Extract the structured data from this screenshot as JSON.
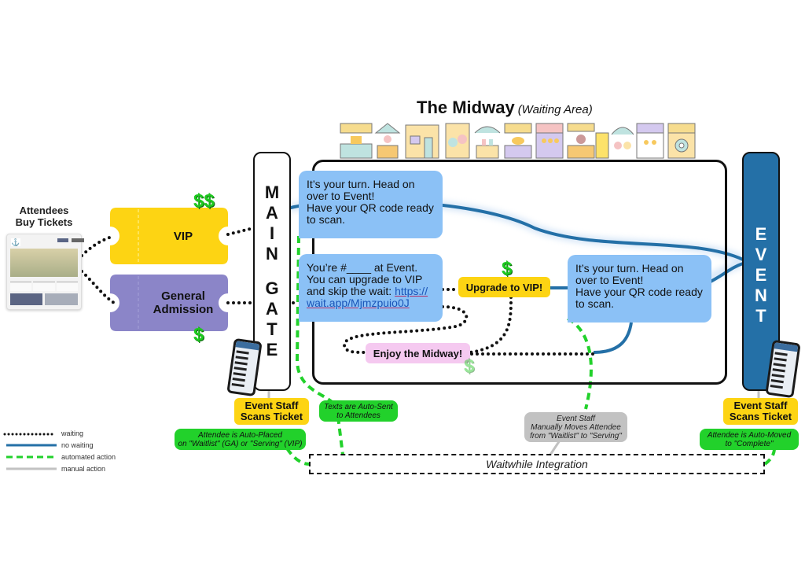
{
  "title": {
    "main": "The Midway",
    "sub": "(Waiting Area)"
  },
  "buy": {
    "label_line1": "Attendees",
    "label_line2": "Buy Tickets",
    "site_logo_icon": "anchor-logo-icon"
  },
  "tickets": {
    "vip": {
      "label": "VIP",
      "color": "#fdd413",
      "price": "$$"
    },
    "ga": {
      "label_line1": "General",
      "label_line2": "Admission",
      "color": "#8b85c8",
      "price": "$"
    }
  },
  "gate": {
    "letters": [
      "M",
      "A",
      "I",
      "N",
      "",
      "G",
      "A",
      "T",
      "E"
    ]
  },
  "event": {
    "letters": [
      "E",
      "V",
      "E",
      "N",
      "T"
    ],
    "color": "#2470a7"
  },
  "bubbles": {
    "vip_turn": {
      "line1": "It’s your turn.  Head on",
      "line2": "over to Event!",
      "line3": "Have your QR code ready",
      "line4": "to scan."
    },
    "ga_wait": {
      "line1": "You’re #____ at Event.",
      "line2": "You can upgrade to VIP",
      "line3": "and skip the wait: ",
      "link_part1": "https://",
      "link_part2": "wait.app/Mjmzpuio0J"
    },
    "ga_turn": {
      "line1": "It’s your turn.  Head on",
      "line2": "over to Event!",
      "line3": "Have your QR code ready",
      "line4": "to scan."
    }
  },
  "actions": {
    "upgrade": {
      "label": "Upgrade to VIP!",
      "price": "$"
    },
    "enjoy": {
      "label": "Enjoy the Midway!",
      "price": "$"
    }
  },
  "staff": {
    "gate": {
      "line1": "Event Staff",
      "line2": "Scans Ticket"
    },
    "event": {
      "line1": "Event Staff",
      "line2": "Scans Ticket"
    }
  },
  "notes": {
    "auto_placed": {
      "line1": "Attendee is Auto-Placed",
      "line2": "on \"Waitlist\" (GA) or \"Serving\" (VIP)"
    },
    "auto_sent": {
      "line1": "Texts are Auto-Sent",
      "line2": "to Attendees"
    },
    "manual_move": {
      "line1": "Event Staff",
      "line2": "Manually Moves Attendee",
      "line3": "from \"Waitlist\" to \"Serving\""
    },
    "auto_moved": {
      "line1": "Attendee is Auto-Moved",
      "line2": "to \"Complete\""
    }
  },
  "integration": {
    "label": "Waitwhile Integration"
  },
  "legend": [
    {
      "style": "dotted-black",
      "label": "waiting"
    },
    {
      "style": "solid-blue",
      "label": "no waiting"
    },
    {
      "style": "dashed-green",
      "label": "automated action"
    },
    {
      "style": "solid-gray",
      "label": "manual action"
    }
  ],
  "colors": {
    "no_waiting": "#2470a7",
    "automated": "#22d12b",
    "manual": "#c2c2c2",
    "bubble": "#8bc1f6",
    "highlight": "#fdd413"
  },
  "stalls": [
    "bakery-stall-icon",
    "ice-cream-stall-icon",
    "shop-stall-icon",
    "ice-cream-cone-stall-icon",
    "drinks-stall-icon",
    "pie-stall-icon",
    "balloon-stall-icon",
    "vendor-booth-icon",
    "ice-cream-kiosk-icon",
    "prize-stall-icon",
    "target-game-stall-icon"
  ]
}
